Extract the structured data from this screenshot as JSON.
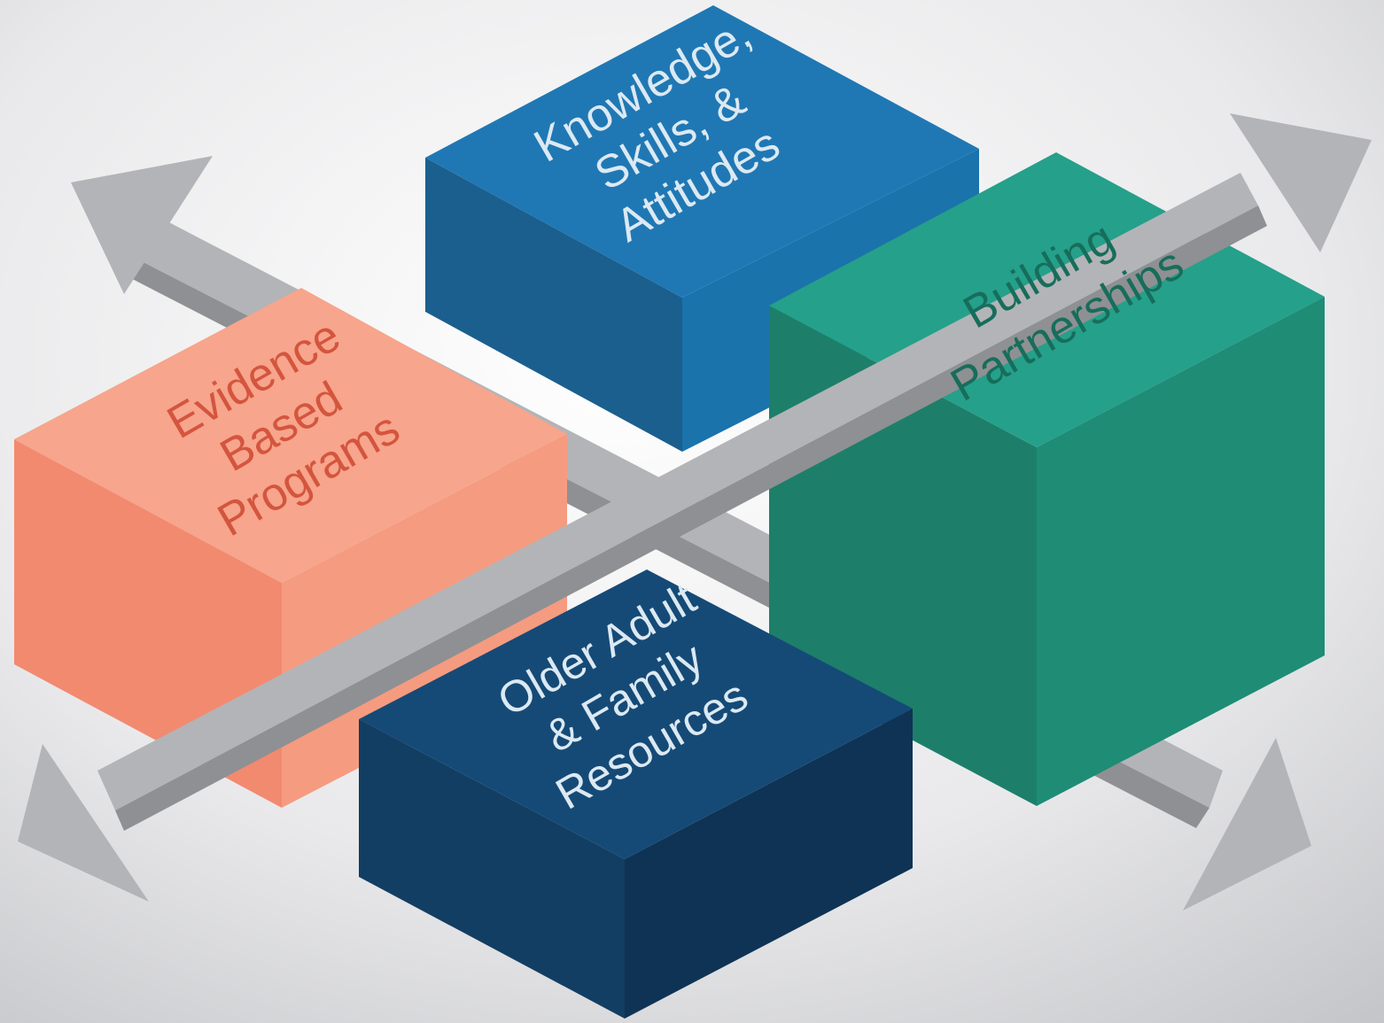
{
  "blocks": {
    "knowledge": {
      "lines": [
        "Knowledge,",
        "Skills, &",
        "Attitudes"
      ],
      "colors": {
        "top": "#1f78b4",
        "left": "#1b5f8e",
        "right": "#1a73ab",
        "text": "#dce9f2"
      }
    },
    "partnerships": {
      "lines": [
        "Building",
        "Partnerships"
      ],
      "colors": {
        "top": "#25a08a",
        "left": "#1d7f6a",
        "right": "#1f8c76",
        "text": "#176d5b"
      }
    },
    "evidence": {
      "lines": [
        "Evidence",
        "Based",
        "Programs"
      ],
      "colors": {
        "top": "#f7a58c",
        "left": "#f28a70",
        "right": "#f59b80",
        "text": "#d4553e"
      }
    },
    "resources": {
      "lines": [
        "Older Adult",
        "& Family",
        "Resources"
      ],
      "colors": {
        "top": "#154a77",
        "left": "#123e63",
        "right": "#0f3354",
        "text": "#dce9f2"
      }
    }
  },
  "arrows": {
    "color": "#b3b4b7",
    "dark": "#8f9093",
    "light": "#d3d4d6"
  },
  "background": {
    "center": "#ffffff",
    "edge": "#c9cacd"
  }
}
